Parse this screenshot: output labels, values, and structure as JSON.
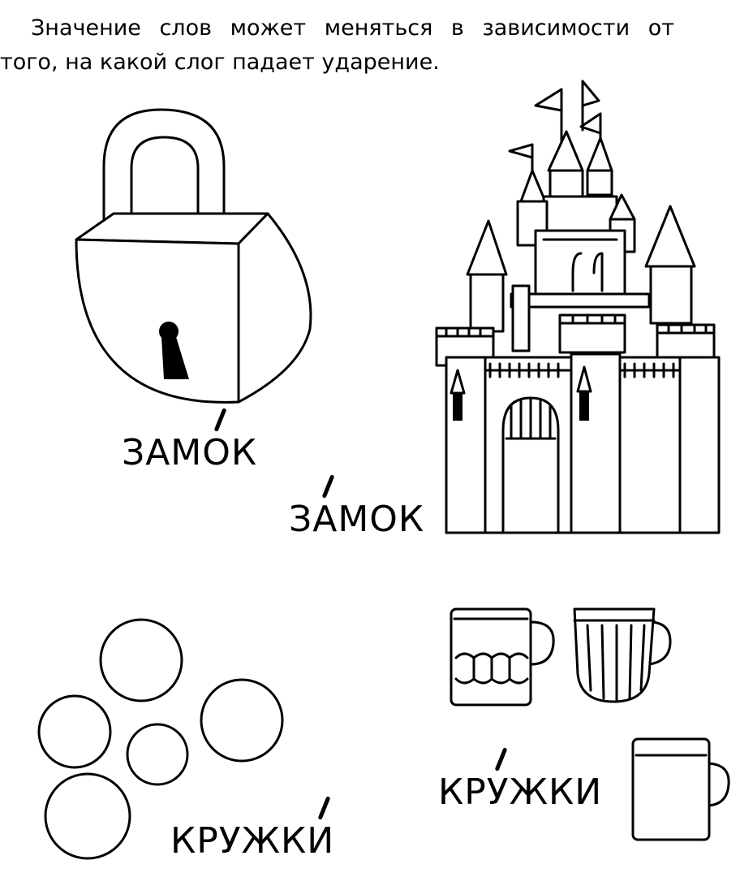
{
  "intro": {
    "line1": "Значение слов может меняться в зависимости от",
    "line2": "того, на какой слог падает ударение."
  },
  "words": {
    "lock": {
      "before": "ЗАМ",
      "stressed": "О",
      "after": "К"
    },
    "castle": {
      "before": "З",
      "stressed": "А",
      "after": "МОК"
    },
    "circles": {
      "before": "КРУЖК",
      "stressed": "И",
      "after": ""
    },
    "mugs": {
      "before": "КР",
      "stressed": "У",
      "after": "ЖКИ"
    }
  }
}
